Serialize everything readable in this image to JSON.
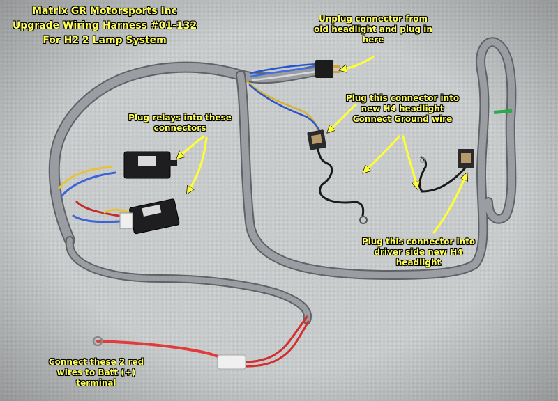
{
  "title": {
    "line1": "Matrix GR Motorsports Inc",
    "line2": "Upgrade Wiring Harness #01-132",
    "line3": "For H2 2 Lamp System"
  },
  "captions": {
    "unplug": [
      "Unplug connector from",
      "old headlight and plug in",
      "here"
    ],
    "plug_h4": [
      "Plug this connector into",
      "new H4 headlight",
      "Connect Ground wire"
    ],
    "relays": [
      "Plug relays into these",
      "connectors"
    ],
    "driver": [
      "Plug this connector into",
      "driver side new H4",
      "headlight"
    ],
    "battery": [
      "Connect these 2 red",
      "wires to Batt (+)",
      "terminal"
    ]
  },
  "colors": {
    "caption": "#ffff55",
    "arrow": "#ffff33",
    "harness_tape": "#8f9296",
    "background_towel": "#c9cccd"
  }
}
